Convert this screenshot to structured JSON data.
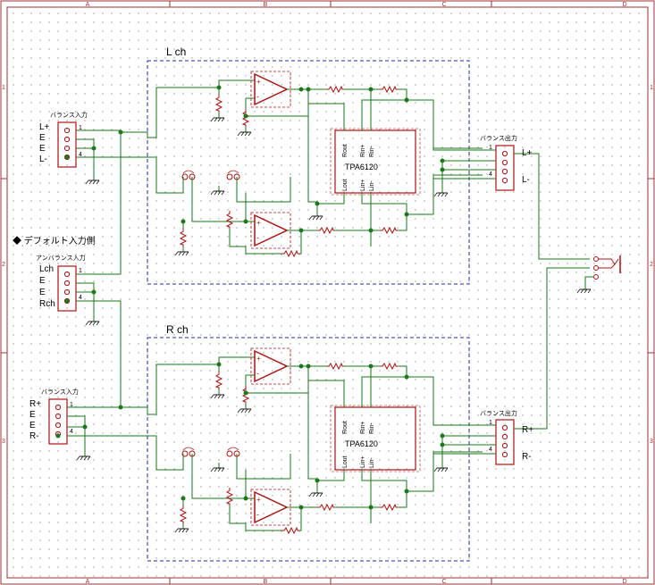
{
  "frame": {
    "col_labels": [
      "A",
      "B",
      "C",
      "D"
    ],
    "row_labels": [
      "1",
      "2",
      "3"
    ]
  },
  "blocks": {
    "lch_title": "L ch",
    "rch_title": "R ch"
  },
  "connectors": {
    "balance_in_label": "バランス入力",
    "unbalance_in_label": "アンバランス入力",
    "balance_out_label": "バランス出力",
    "default_note": "◆ デフォルト入力側",
    "pin_first": "1",
    "pin_last": "4"
  },
  "signals": {
    "l_in": [
      "L+",
      "E",
      "E",
      "L-"
    ],
    "unbal_in": [
      "Lch",
      "E",
      "E",
      "Rch"
    ],
    "r_in": [
      "R+",
      "E",
      "E",
      "R-"
    ],
    "l_out": [
      "L+",
      "L-"
    ],
    "r_out": [
      "R+",
      "R-"
    ]
  },
  "ic": {
    "name": "TPA6120",
    "pins_top": [
      "Rout",
      "Rin+",
      "Rin-"
    ],
    "pins_bottom": [
      "Lout",
      "Lin+",
      "Lin-"
    ]
  },
  "colors": {
    "wire": "#1a7a1a",
    "component": "#b01010",
    "frame": "#a03030",
    "block_border": "#1f2aa8",
    "text": "#000000"
  }
}
